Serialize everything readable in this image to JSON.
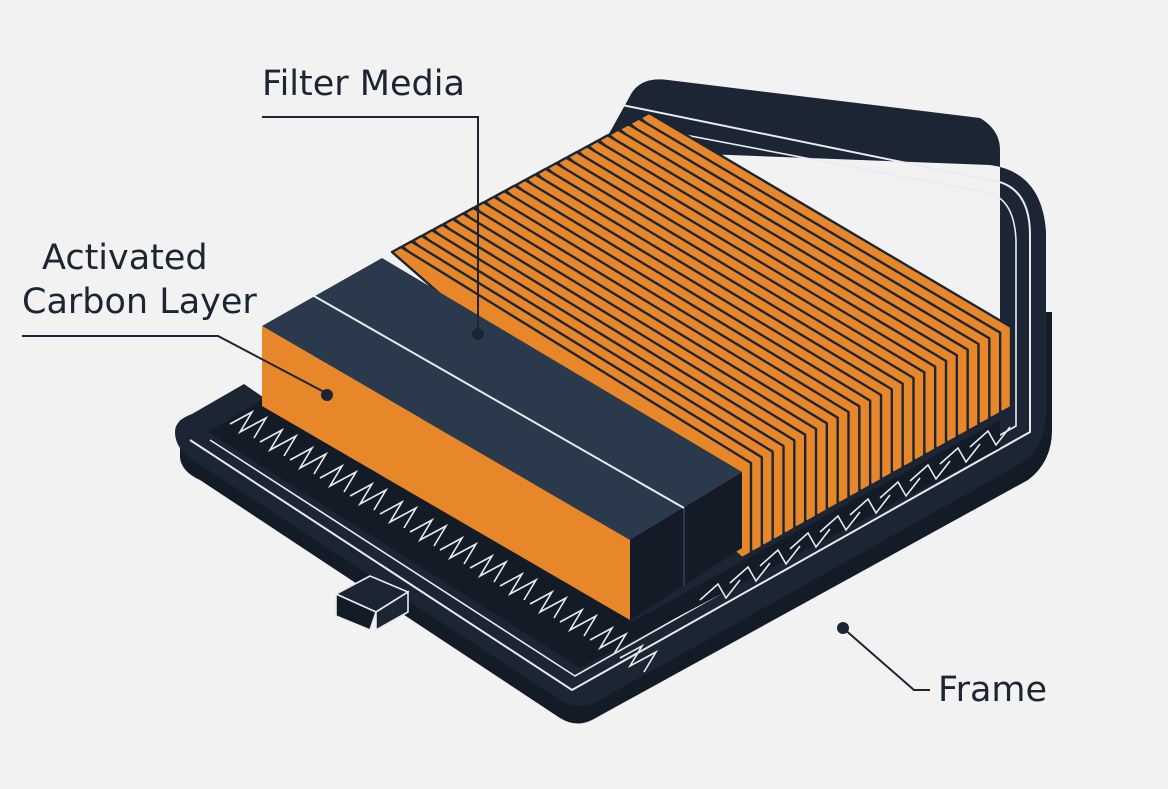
{
  "diagram": {
    "labels": {
      "filter_media": "Filter Media",
      "carbon_line1": "Activated",
      "carbon_line2": "Carbon Layer",
      "frame": "Frame"
    },
    "parts": {
      "filter_media": {
        "pleat_count": 25
      }
    },
    "colors": {
      "background": "#f2f2f2",
      "navy": "#1b2533",
      "navy_dark": "#131b26",
      "navy_mid": "#2a394b",
      "orange": "#e8872a",
      "line_white": "#e9ecef"
    }
  }
}
